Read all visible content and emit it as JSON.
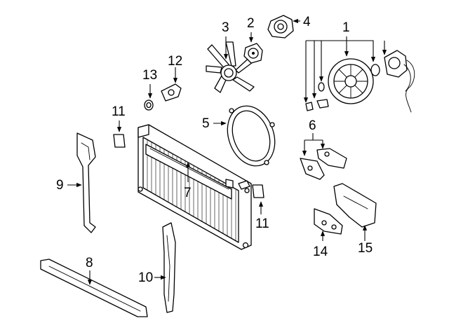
{
  "callouts": [
    {
      "id": "1",
      "text": "1"
    },
    {
      "id": "2",
      "text": "2"
    },
    {
      "id": "3",
      "text": "3"
    },
    {
      "id": "4",
      "text": "4"
    },
    {
      "id": "5",
      "text": "5"
    },
    {
      "id": "6",
      "text": "6"
    },
    {
      "id": "7",
      "text": "7"
    },
    {
      "id": "8",
      "text": "8"
    },
    {
      "id": "9",
      "text": "9"
    },
    {
      "id": "10",
      "text": "10"
    },
    {
      "id": "11a",
      "text": "11"
    },
    {
      "id": "11b",
      "text": "11"
    },
    {
      "id": "12",
      "text": "12"
    },
    {
      "id": "13",
      "text": "13"
    },
    {
      "id": "14",
      "text": "14"
    },
    {
      "id": "15",
      "text": "15"
    }
  ]
}
